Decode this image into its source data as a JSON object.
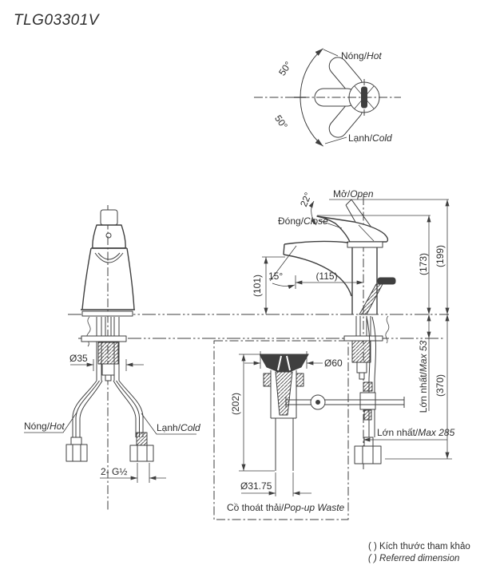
{
  "title": "TLG03301V",
  "colors": {
    "line": "#3f3f3f",
    "background": "#ffffff"
  },
  "top_view": {
    "hot": {
      "vi": "Nóng/",
      "en": "Hot"
    },
    "cold": {
      "vi": "Lạnh/",
      "en": "Cold"
    },
    "angle_upper": "50°",
    "angle_lower": "50°"
  },
  "side_view": {
    "open": {
      "vi": "Mở/",
      "en": "Open"
    },
    "close": {
      "vi": "Đóng/",
      "en": "Close"
    },
    "open_angle": "22°",
    "spout_angle": "15°",
    "dim_spout_height": "(101)",
    "dim_spout_reach": "(115)",
    "dim_height_closed": "(173)",
    "dim_height_open": "(199)"
  },
  "front_view": {
    "dim_shank_dia": "Ø35",
    "hot": {
      "vi": "Nóng/",
      "en": "Hot"
    },
    "cold": {
      "vi": "Lạnh/",
      "en": "Cold"
    },
    "dim_thread": "2- G½"
  },
  "popup_waste": {
    "dim_flange_dia": "Ø60",
    "dim_length": "(202)",
    "dim_pipe_dia": "Ø31.75",
    "label": {
      "vi": "Cồ thoát thải/",
      "en": "Pop-up Waste"
    }
  },
  "below_counter": {
    "dim_max_deck": {
      "vi": "Lớn nhất/",
      "en": "Max 53"
    },
    "dim_total_depth": "(370)",
    "dim_max_rod": {
      "vi": "Lớn nhất/",
      "en": "Max 285"
    }
  },
  "notes": {
    "vi": "( ) Kích thước tham khảo",
    "en": "( ) Referred dimension"
  }
}
